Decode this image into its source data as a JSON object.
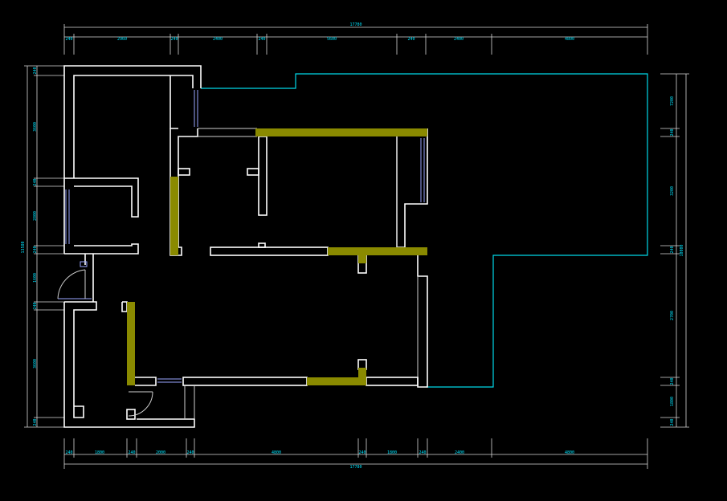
{
  "drawing": {
    "background": "#000000",
    "wall_color": "#ffffff",
    "new_wall_color": "#8a8a00",
    "boundary_color": "#00d8e8",
    "dimension_text_color": "#00e5ff"
  },
  "dimensions": {
    "top_total": "17780",
    "top_segments": [
      "240",
      "2960",
      "240",
      "2400",
      "240",
      "5600",
      "240",
      "2400",
      "4800"
    ],
    "bottom_total": "17780",
    "bottom_segments": [
      "240",
      "1800",
      "240",
      "2000",
      "240",
      "4800",
      "240",
      "1800",
      "240",
      "2400",
      "4800"
    ],
    "left_total": "13580",
    "left_segments": [
      "240",
      "3600",
      "240",
      "2800",
      "240",
      "1600",
      "240",
      "3600",
      "240"
    ],
    "right_total": "10000",
    "right_segments": [
      "7200",
      "240",
      "3200",
      "240",
      "2700",
      "240",
      "1800",
      "240"
    ]
  }
}
